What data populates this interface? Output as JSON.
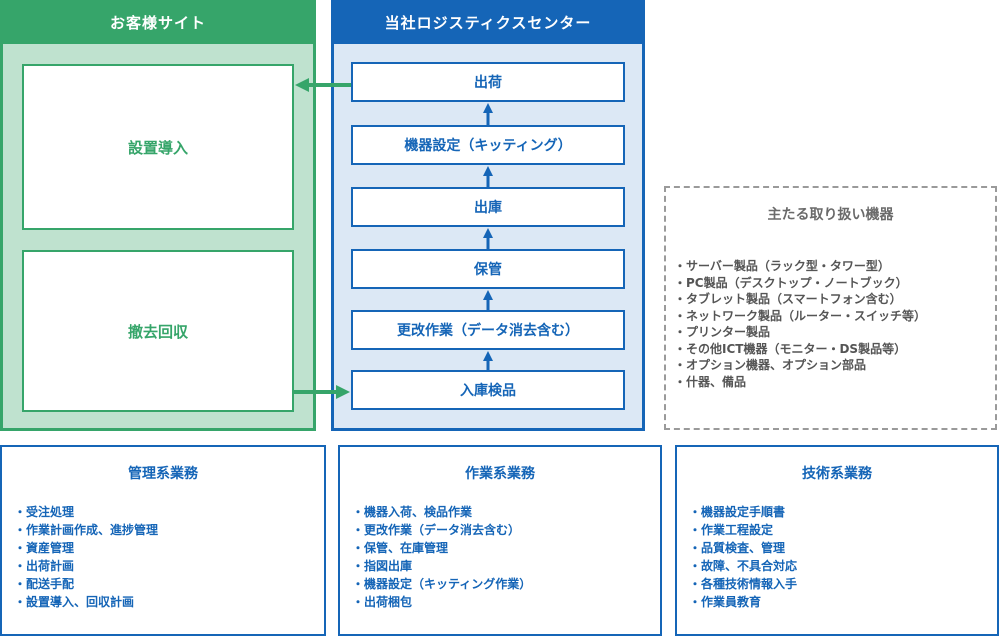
{
  "customer_site": {
    "title": "お客様サイト",
    "install": "設置導入",
    "removal": "撤去回収"
  },
  "logistics_center": {
    "title": "当社ロジスティクスセンター",
    "steps": [
      "出荷",
      "機器設定（キッティング）",
      "出庫",
      "保管",
      "更改作業（データ消去含む）",
      "入庫検品"
    ]
  },
  "equipment": {
    "title": "主たる取り扱い機器",
    "items": [
      "サーバー製品（ラック型・タワー型）",
      "PC製品（デスクトップ・ノートブック）",
      "タブレット製品（スマートフォン含む）",
      "ネットワーク製品（ルーター・スイッチ等）",
      "プリンター製品",
      "その他ICT機器（モニター・DS製品等）",
      "オプション機器、オプション部品",
      "什器、備品"
    ]
  },
  "management": {
    "title": "管理系業務",
    "items": [
      "受注処理",
      "作業計画作成、進捗管理",
      "資産管理",
      "出荷計画",
      "配送手配",
      "設置導入、回収計画"
    ]
  },
  "operations": {
    "title": "作業系業務",
    "items": [
      "機器入荷、検品作業",
      "更改作業（データ消去含む）",
      "保管、在庫管理",
      "指図出庫",
      "機器設定（キッティング作業）",
      "出荷梱包"
    ]
  },
  "technical": {
    "title": "技術系業務",
    "items": [
      "機器設定手順書",
      "作業工程設定",
      "品質検査、管理",
      "故障、不具合対応",
      "各種技術情報入手",
      "作業員教育"
    ]
  },
  "colors": {
    "green": "#36a56a",
    "light_green": "#bfe2cf",
    "blue": "#1565b7",
    "light_blue": "#dce8f5",
    "gray": "#9a9a9a"
  }
}
